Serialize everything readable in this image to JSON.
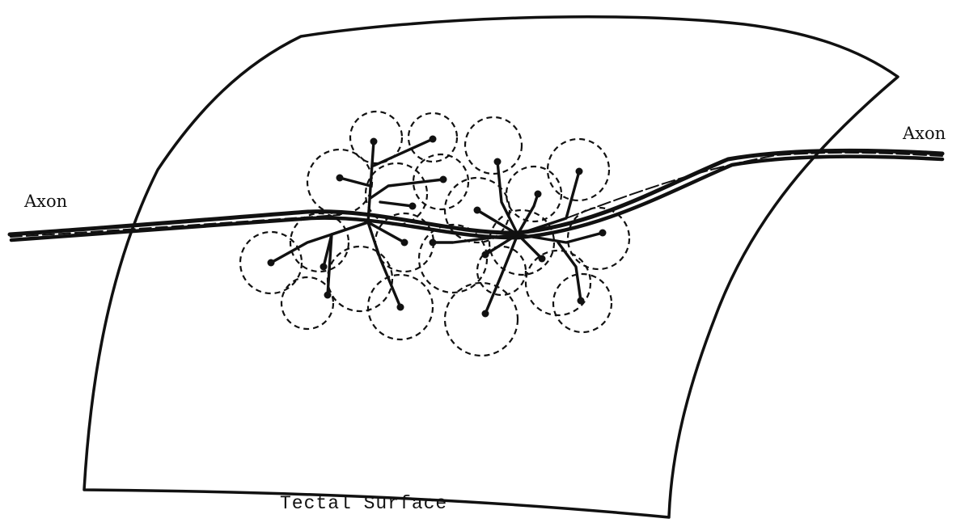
{
  "labels": {
    "axon_left": "Axon",
    "axon_right": "Axon",
    "surface": "Tectal Surface"
  },
  "colors": {
    "ink": "#111111",
    "background": "#ffffff"
  }
}
